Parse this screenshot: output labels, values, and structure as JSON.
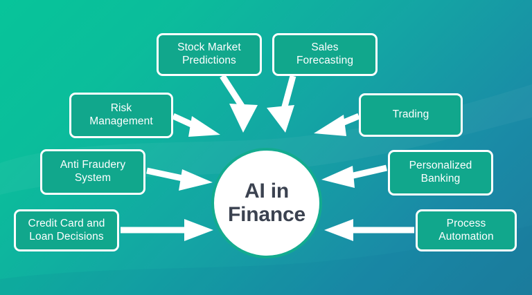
{
  "diagram": {
    "title": "AI in Finance",
    "center": {
      "label": "AI in\nFinance",
      "text_color": "#3b4250",
      "fill_color": "#ffffff",
      "ring_color": "#13ab8f"
    },
    "background": {
      "gradient_from": "#07c49a",
      "gradient_to": "#1d7d9e",
      "direction": "top-left to bottom-right"
    },
    "style": {
      "box_fill": "#11a78c",
      "box_border": "#ffffff",
      "box_text": "#ffffff",
      "arrow_color": "#ffffff"
    },
    "nodes": [
      {
        "id": "stock-market-predictions",
        "label": "Stock Market\nPredictions",
        "position": "top-left-inner"
      },
      {
        "id": "sales-forecasting",
        "label": "Sales\nForecasting",
        "position": "top-right-inner"
      },
      {
        "id": "risk-management",
        "label": "Risk\nManagement",
        "position": "upper-left"
      },
      {
        "id": "trading",
        "label": "Trading",
        "position": "upper-right"
      },
      {
        "id": "anti-fraudery-system",
        "label": "Anti Fraudery\nSystem",
        "position": "middle-left"
      },
      {
        "id": "personalized-banking",
        "label": "Personalized\nBanking",
        "position": "middle-right"
      },
      {
        "id": "credit-card-and-loan-decisions",
        "label": "Credit Card and\nLoan Decisions",
        "position": "lower-left"
      },
      {
        "id": "process-automation",
        "label": "Process\nAutomation",
        "position": "lower-right"
      }
    ],
    "connections": [
      {
        "from": "stock-market-predictions",
        "to": "center",
        "type": "arrow"
      },
      {
        "from": "sales-forecasting",
        "to": "center",
        "type": "arrow"
      },
      {
        "from": "risk-management",
        "to": "center",
        "type": "arrow"
      },
      {
        "from": "trading",
        "to": "center",
        "type": "arrow"
      },
      {
        "from": "anti-fraudery-system",
        "to": "center",
        "type": "arrow"
      },
      {
        "from": "personalized-banking",
        "to": "center",
        "type": "arrow"
      },
      {
        "from": "credit-card-and-loan-decisions",
        "to": "center",
        "type": "arrow"
      },
      {
        "from": "process-automation",
        "to": "center",
        "type": "arrow"
      }
    ]
  }
}
